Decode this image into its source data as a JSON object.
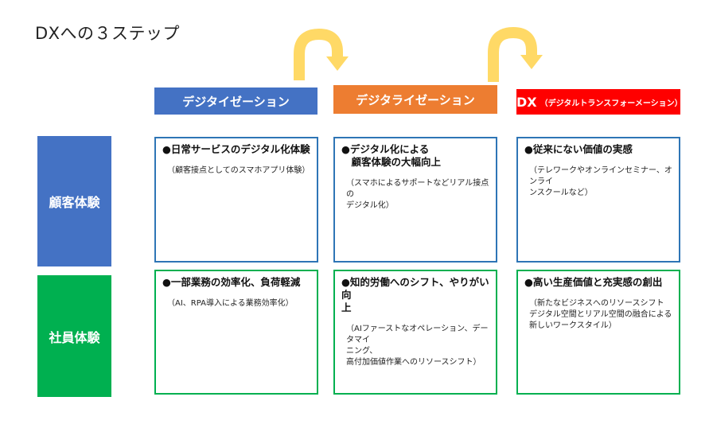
{
  "title": "DXへの３ステップ",
  "steps": {
    "s1": "デジタイゼーション",
    "s2": "デジタライゼーション",
    "s3_main": "DX",
    "s3_sub": "（デジタルトランスフォーメーション）"
  },
  "rows": {
    "customer": "顧客体験",
    "employee": "社員体験"
  },
  "cells": {
    "c11": {
      "head": "●日常サービスのデジタル化体験",
      "note": "（顧客接点としてのスマホアプリ体験）"
    },
    "c12": {
      "head": "●デジタル化による\n　顧客体験の大幅向上",
      "note": "（スマホによるサポートなどリアル接点の\nデジタル化）"
    },
    "c13": {
      "head": "●従来にない価値の実感",
      "note": "（テレワークやオンラインセミナー、オンライ\nンスクールなど）"
    },
    "c21": {
      "head": "●一部業務の効率化、負荷軽減",
      "note": "（AI、RPA導入による業務効率化）"
    },
    "c22": {
      "head": "●知的労働へのシフト、やりがい向\n上",
      "note": "（AIファーストなオペレーション、データマイ\nニング、\n高付加価値作業へのリソースシフト）"
    },
    "c23": {
      "head": "●高い生産価値と充実感の創出",
      "note": "（新たなビジネスへのリソースシフト\nデジタル空間とリアル空間の融合による\n新しいワークスタイル）"
    }
  },
  "colors": {
    "step1": "#4472C4",
    "step2": "#ED7D31",
    "step3": "#FF0000",
    "customer_row": "#4472C4",
    "employee_row": "#00B050",
    "arrow": "#FFD966"
  }
}
